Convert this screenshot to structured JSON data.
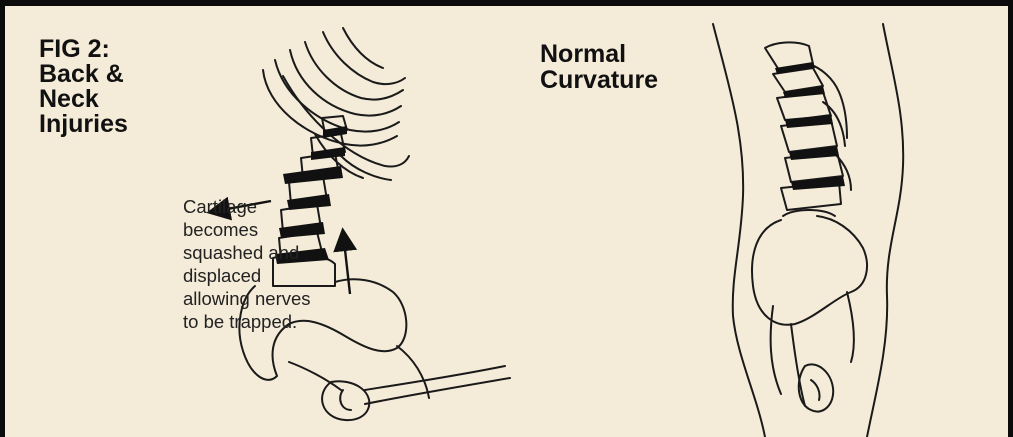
{
  "figure": {
    "title_lines": [
      "FIG 2:",
      "Back &",
      "Neck",
      "Injuries"
    ],
    "caption_lines": [
      "Cartilage",
      "becomes",
      "squashed and",
      "displaced",
      "allowing nerves",
      "to be trapped."
    ],
    "right_heading_lines": [
      "Normal",
      "Curvature"
    ]
  },
  "icons": {
    "left_illustration": "injured-spine-with-pelvis",
    "right_illustration": "normal-spine-side-profile",
    "arrow_1": "arrow-left",
    "arrow_2": "arrow-up"
  },
  "colors": {
    "background": "#f4ebd8",
    "border": "#0b0b0b",
    "ink": "#111111"
  }
}
